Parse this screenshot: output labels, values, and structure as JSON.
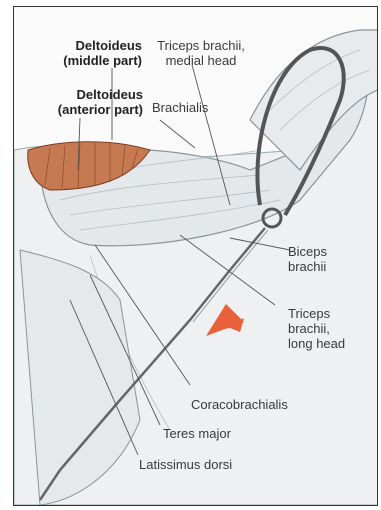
{
  "labels": {
    "deltoid_middle": "Deltoideus\n(middle part)",
    "deltoid_anterior": "Deltoideus\n(anterior part)",
    "triceps_medial": "Triceps brachii,\nmedial head",
    "brachialis": "Brachialis",
    "biceps": "Biceps\nbrachii",
    "triceps_long": "Triceps\nbrachii,\nlong head",
    "coracobrachialis": "Coracobrachialis",
    "teres_major": "Teres major",
    "latissimus": "Latissimus dorsi"
  },
  "colors": {
    "deltoid": "#c77a52",
    "arrow": "#e8613a",
    "muscle": "#dfe3e6",
    "line": "#555555"
  }
}
